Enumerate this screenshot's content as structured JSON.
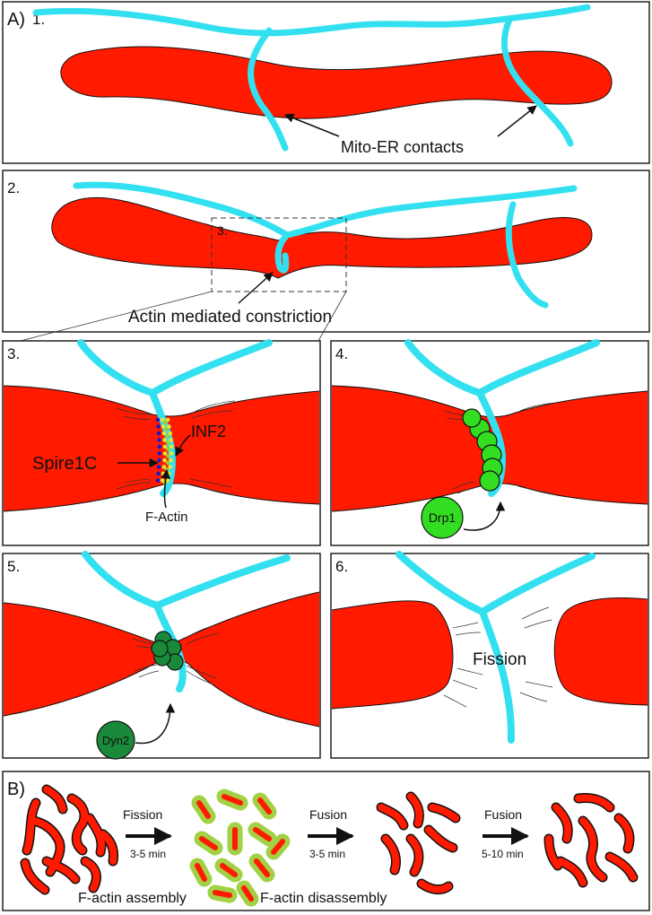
{
  "figure": {
    "part_a": "A)",
    "part_b": "B)",
    "steps": [
      "1.",
      "2.",
      "3.",
      "4.",
      "5.",
      "6."
    ],
    "inset_label": "3.",
    "labels": {
      "mito_er_contacts": "Mito-ER contacts",
      "actin_constriction": "Actin mediated constriction",
      "spire1c": "Spire1C",
      "inf2": "INF2",
      "f_actin": "F-Actin",
      "drp1": "Drp1",
      "dyn2": "Dyn2",
      "fission": "Fission"
    },
    "timeline": {
      "arrows": [
        {
          "label": "Fission",
          "time": "3-5 min"
        },
        {
          "label": "Fusion",
          "time": "3-5 min"
        },
        {
          "label": "Fusion",
          "time": "5-10 min"
        }
      ],
      "captions": [
        "F-actin assembly",
        "F-actin disassembly"
      ]
    },
    "colors": {
      "mitochondria": "#ff1a00",
      "er": "#33e0f0",
      "drp1": "#33dd22",
      "dyn2": "#1a8a3a",
      "spire1c": "#1a1acc",
      "inf2": "#e8e82a",
      "actin_halo": "#9acd32"
    }
  }
}
